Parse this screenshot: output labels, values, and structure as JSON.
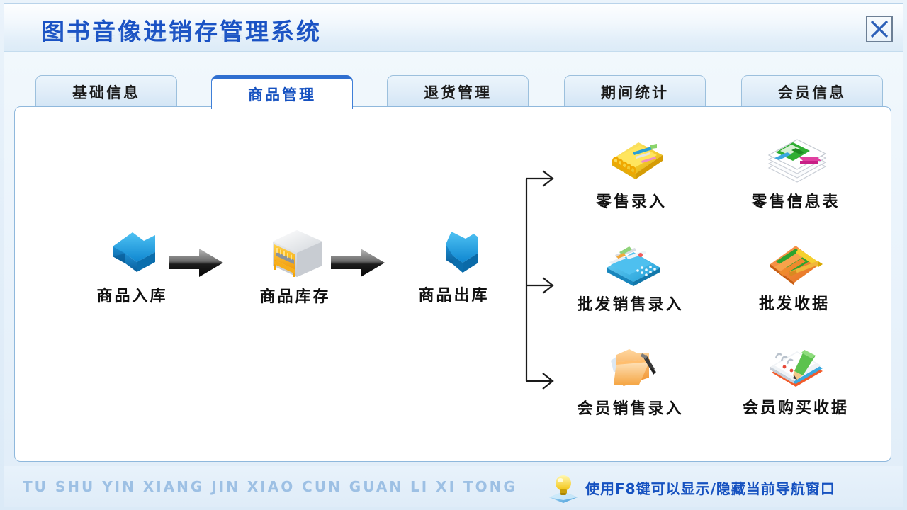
{
  "window": {
    "title": "图书音像进销存管理系统",
    "close_icon": "close-x-icon"
  },
  "tabs": [
    {
      "label": "基础信息",
      "active": false
    },
    {
      "label": "商品管理",
      "active": true
    },
    {
      "label": "退货管理",
      "active": false
    },
    {
      "label": "期间统计",
      "active": false
    },
    {
      "label": "会员信息",
      "active": false
    }
  ],
  "flow": {
    "chain": [
      {
        "label": "商品入库",
        "icon": "inbound-arrow-icon"
      },
      {
        "label": "商品库存",
        "icon": "warehouse-icon"
      },
      {
        "label": "商品出库",
        "icon": "outbound-arrow-icon"
      }
    ],
    "connector_icon": "black-right-arrow-icon",
    "bracket_icon": "branch-bracket-icon"
  },
  "branches": [
    {
      "label": "零售录入",
      "icon": "yellow-notebook-icon"
    },
    {
      "label": "零售信息表",
      "icon": "paper-stack-icon"
    },
    {
      "label": "批发销售录入",
      "icon": "blue-ledger-icon"
    },
    {
      "label": "批发收据",
      "icon": "orange-receipt-icon"
    },
    {
      "label": "会员销售录入",
      "icon": "orange-folder-pen-icon"
    },
    {
      "label": "会员购买收据",
      "icon": "notepad-pencil-icon"
    }
  ],
  "statusbar": {
    "pinyin": "TU SHU YIN XIANG JIN XIAO CUN GUAN LI XI TONG",
    "hint_icon": "lightbulb-icon",
    "hint_text": "使用F8键可以显示/隐藏当前导航窗口"
  },
  "colors": {
    "title_blue": "#1a52c4",
    "active_tab_blue": "#1551c0",
    "panel_border": "#8fb8dc",
    "pinyin_blue": "#9dc0e4",
    "window_bg": "#e4eff9"
  }
}
